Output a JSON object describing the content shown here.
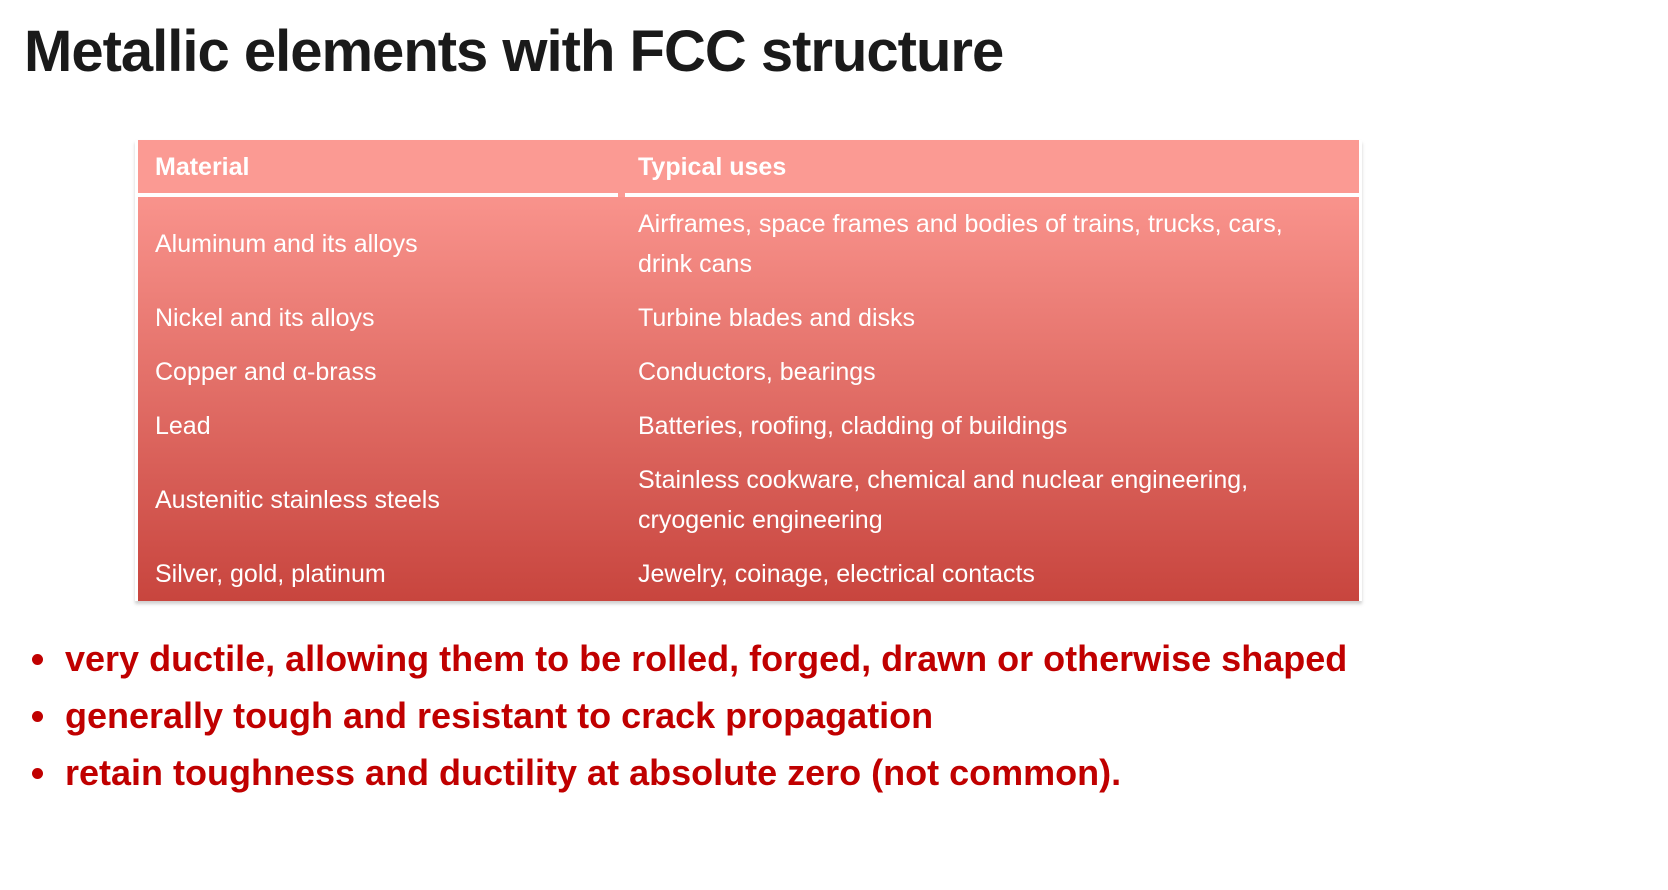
{
  "slide": {
    "title": "Metallic elements with FCC structure"
  },
  "table": {
    "headers": [
      "Material",
      "Typical uses"
    ],
    "rows": [
      {
        "material": "Aluminum and its alloys",
        "uses": "Airframes, space frames and bodies of trains, trucks, cars, drink cans"
      },
      {
        "material": "Nickel and its alloys",
        "uses": "Turbine blades and disks"
      },
      {
        "material": "Copper and α-brass",
        "uses": "Conductors, bearings"
      },
      {
        "material": "Lead",
        "uses": "Batteries, roofing, cladding of buildings"
      },
      {
        "material": "Austenitic stainless steels",
        "uses": "Stainless cookware, chemical and nuclear engineering, cryogenic engineering"
      },
      {
        "material": "Silver, gold, platinum",
        "uses": "Jewelry, coinage, electrical contacts"
      }
    ]
  },
  "bullets": [
    "very ductile, allowing them to be rolled, forged, drawn or otherwise shaped",
    "generally tough and resistant to crack propagation",
    "retain toughness and ductility at absolute zero (not common)."
  ],
  "colors": {
    "title_text": "#1a1a1a",
    "header_bg": "#fb9a93",
    "table_gradient_top": "#f9938c",
    "table_gradient_bottom": "#c8453e",
    "table_text": "#ffffff",
    "bullet_text": "#c00000"
  }
}
